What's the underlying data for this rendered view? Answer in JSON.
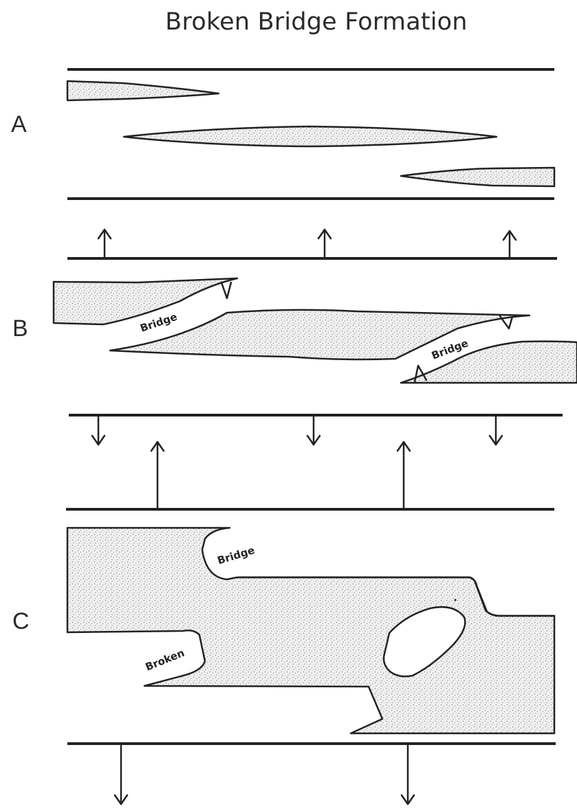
{
  "title": "Broken Bridge Formation",
  "panels": {
    "a": {
      "label": "A"
    },
    "b": {
      "label": "B",
      "bridge_left": "Bridge",
      "bridge_right": "Bridge"
    },
    "c": {
      "label": "C",
      "bridge": "Bridge",
      "broken": "Broken"
    }
  },
  "colors": {
    "ink": "#222222",
    "sand_fill": "#efefef",
    "background": "#ffffff"
  }
}
